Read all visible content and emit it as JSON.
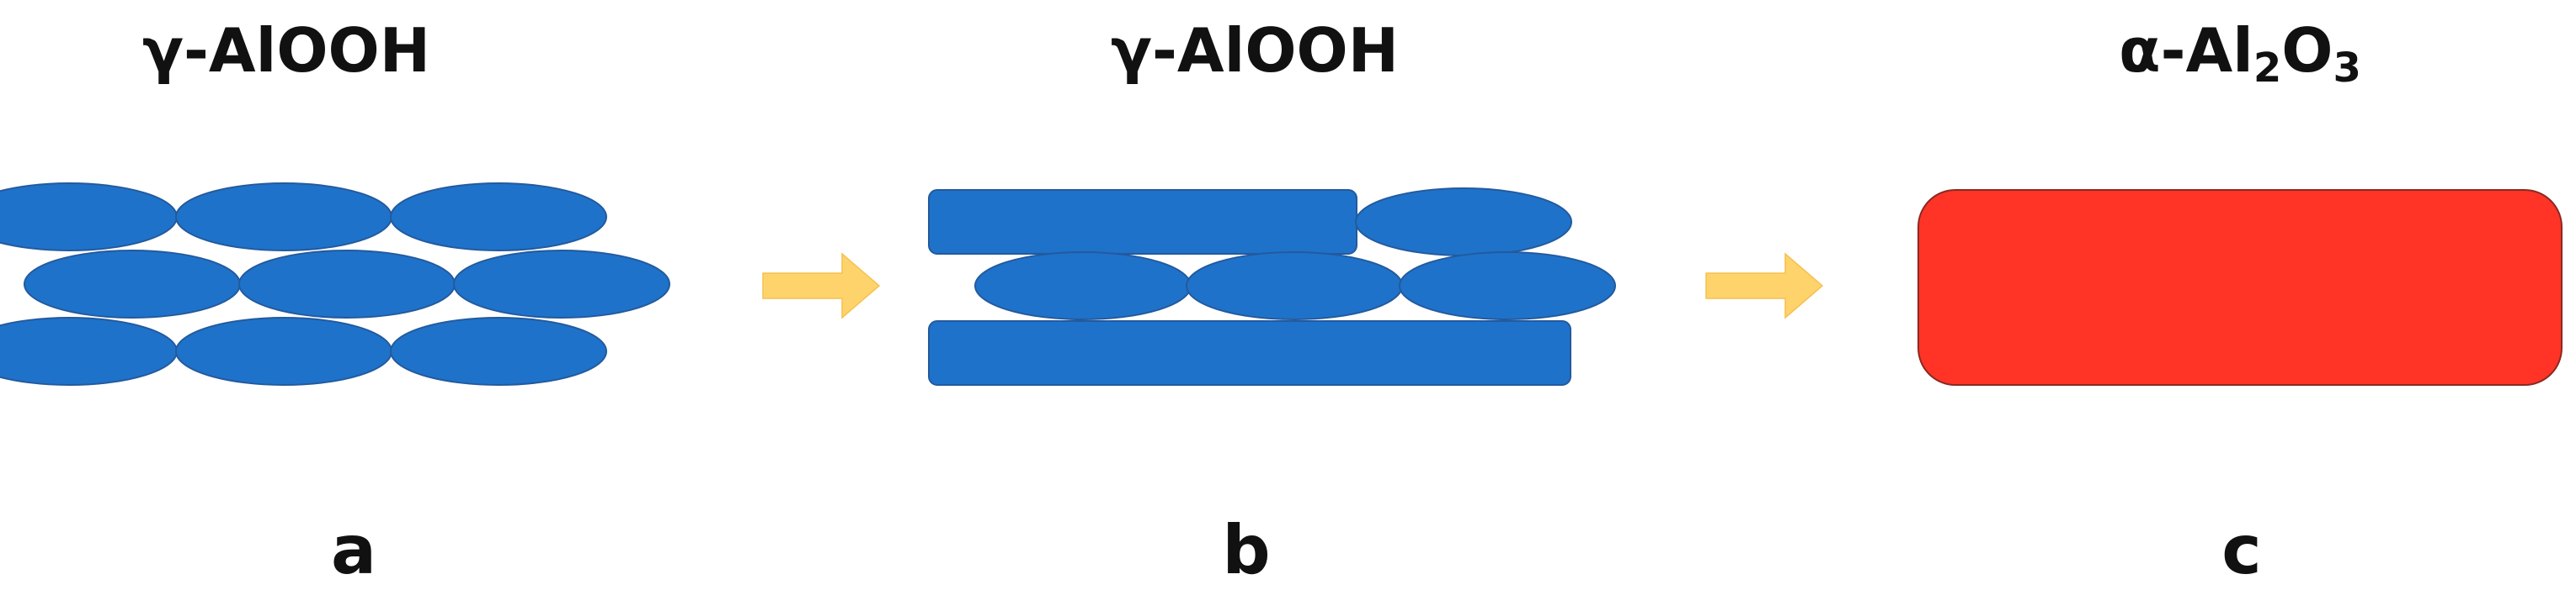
{
  "diagram": {
    "panels": [
      {
        "id": "a",
        "title_prefix": "γ-AlOOH",
        "title_sub_parts": [],
        "letter": "a",
        "particle_shape": "ellipse",
        "particle_color": "#1f72c9"
      },
      {
        "id": "b",
        "title_prefix": "γ-AlOOH",
        "title_sub_parts": [],
        "letter": "b",
        "particle_shape": "ellipse-and-slab",
        "particle_color": "#1f72c9"
      },
      {
        "id": "c",
        "title_prefix": "α-Al",
        "title_sub_parts": [
          "2",
          "O",
          "3"
        ],
        "letter": "c",
        "particle_shape": "block",
        "particle_color": "#ff3427"
      }
    ],
    "arrow_color": "#ffd36b",
    "outline_color": "#235a9e",
    "block_outline_color": "#8a2a22"
  }
}
